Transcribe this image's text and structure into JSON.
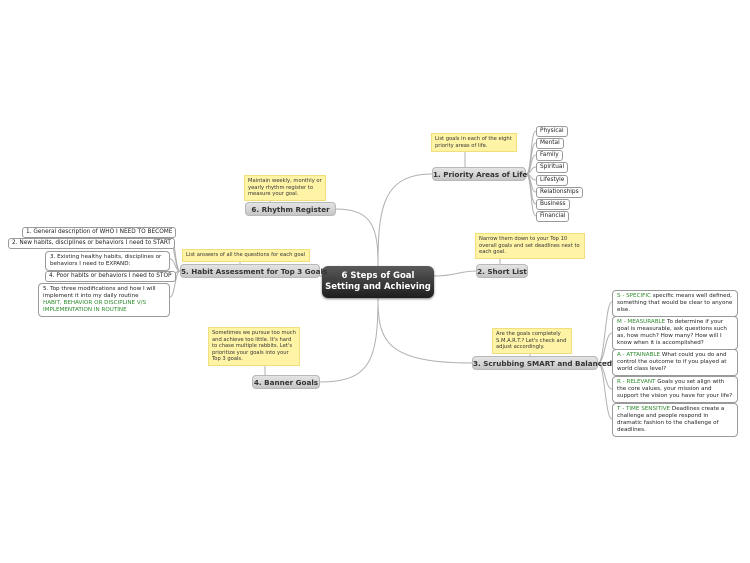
{
  "center": {
    "line1": "6 Steps of Goal",
    "line2": "Setting and Achieving"
  },
  "colors": {
    "center_bg": "#2a2a2a",
    "branch_bg": "#d4d4d4",
    "note_bg": "#fff3a6",
    "link": "#b0b0b0",
    "highlight": "#2e8b2e"
  },
  "priority": {
    "label": "1. Priority Areas of Life",
    "note": "List goals in each of the eight priority areas of life.",
    "items": [
      "Physical",
      "Mental",
      "Family",
      "Spiritual",
      "Lifestyle",
      "Relationships",
      "Business",
      "Financial"
    ]
  },
  "shortlist": {
    "label": "2. Short List",
    "note": "Narrow them down to your Top 10 overall goals and set deadlines next to each goal."
  },
  "scrubbing": {
    "label": "3. Scrubbing SMART and Balanced",
    "note": "Are the goals completely S.M.A.R.T.? Let's check and adjust accordingly.",
    "items": [
      {
        "key": "S - SPECIFIC",
        "text": " specific means well defined, something that would be clear to anyone else."
      },
      {
        "key": "M - MEASURABLE",
        "text": " To determine if your goal is measurable, ask questions such as, how much? How many? How will I know when it is accomplished?"
      },
      {
        "key": "A - ATTAINABLE",
        "text": " What could you do and control the outcome to if you played at world class level?"
      },
      {
        "key": "R - RELEVANT",
        "text": " Goals you set align with the core values, your mission and support the vision you have for your life?"
      },
      {
        "key": "T - TIME SENSITIVE",
        "text": " Deadlines create a challenge and people respond in dramatic fashion to the challenge of deadlines."
      }
    ]
  },
  "banner": {
    "label": "4. Banner Goals",
    "note": "Sometimes we pursue too much and achieve too little. It's hard to chase multiple rabbits. Let's prioritize your goals into your Top 3 goals."
  },
  "habit": {
    "label": "5. Habit Assessment for Top 3 Goals",
    "note": "List answers of all the questions for each goal",
    "items": [
      "1. General description of WHO I NEED TO BECOME",
      "2. New habits, disciplines or behaviors I need to START",
      "3. Existing healthy habits, disciplines or behaviors I need to EXPAND:",
      "4. Poor habits or behaviors I need to STOP",
      "5. Top three modifications and how I will implement it into my daily routine"
    ],
    "item5_highlight": "HABIT, BEHAVIOR OR DISCIPLINE V/S IMPLEMENTATION IN ROUTINE"
  },
  "rhythm": {
    "label": "6. Rhythm Register",
    "note": "Maintain weekly, monthly or yearly rhythm register to measure your goal."
  }
}
